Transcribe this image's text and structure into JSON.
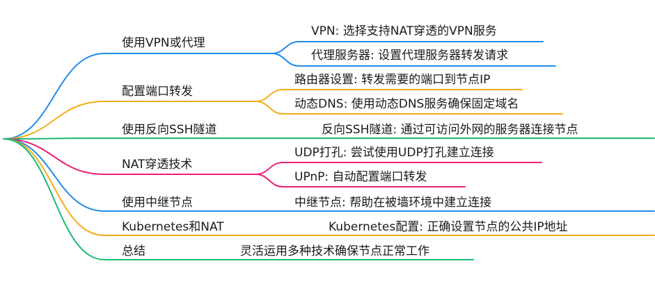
{
  "colors": {
    "blue": "#1f8bea",
    "orange": "#f2ad1c",
    "green": "#18ba72",
    "pink": "#eb1f73"
  },
  "branches": [
    {
      "label": "使用VPN或代理",
      "color": "#1f8bea",
      "children": [
        "VPN: 选择支持NAT穿透的VPN服务",
        "代理服务器: 设置代理服务器转发请求"
      ]
    },
    {
      "label": "配置端口转发",
      "color": "#f2ad1c",
      "children": [
        "路由器设置: 转发需要的端口到节点IP",
        "动态DNS: 使用动态DNS服务确保固定域名"
      ]
    },
    {
      "label": "使用反向SSH隧道",
      "color": "#18ba72",
      "children": [
        "反向SSH隧道: 通过可访问外网的服务器连接节点"
      ]
    },
    {
      "label": "NAT穿透技术",
      "color": "#eb1f73",
      "children": [
        "UDP打孔: 尝试使用UDP打孔建立连接",
        "UPnP: 自动配置端口转发"
      ]
    },
    {
      "label": "使用中继节点",
      "color": "#1f8bea",
      "children": [
        "中继节点: 帮助在被墙环境中建立连接"
      ]
    },
    {
      "label": "Kubernetes和NAT",
      "color": "#f2ad1c",
      "children": [
        "Kubernetes配置: 正确设置节点的公共IP地址"
      ]
    },
    {
      "label": "总结",
      "color": "#18ba72",
      "children": [
        "灵活运用多种技术确保节点正常工作"
      ]
    }
  ]
}
